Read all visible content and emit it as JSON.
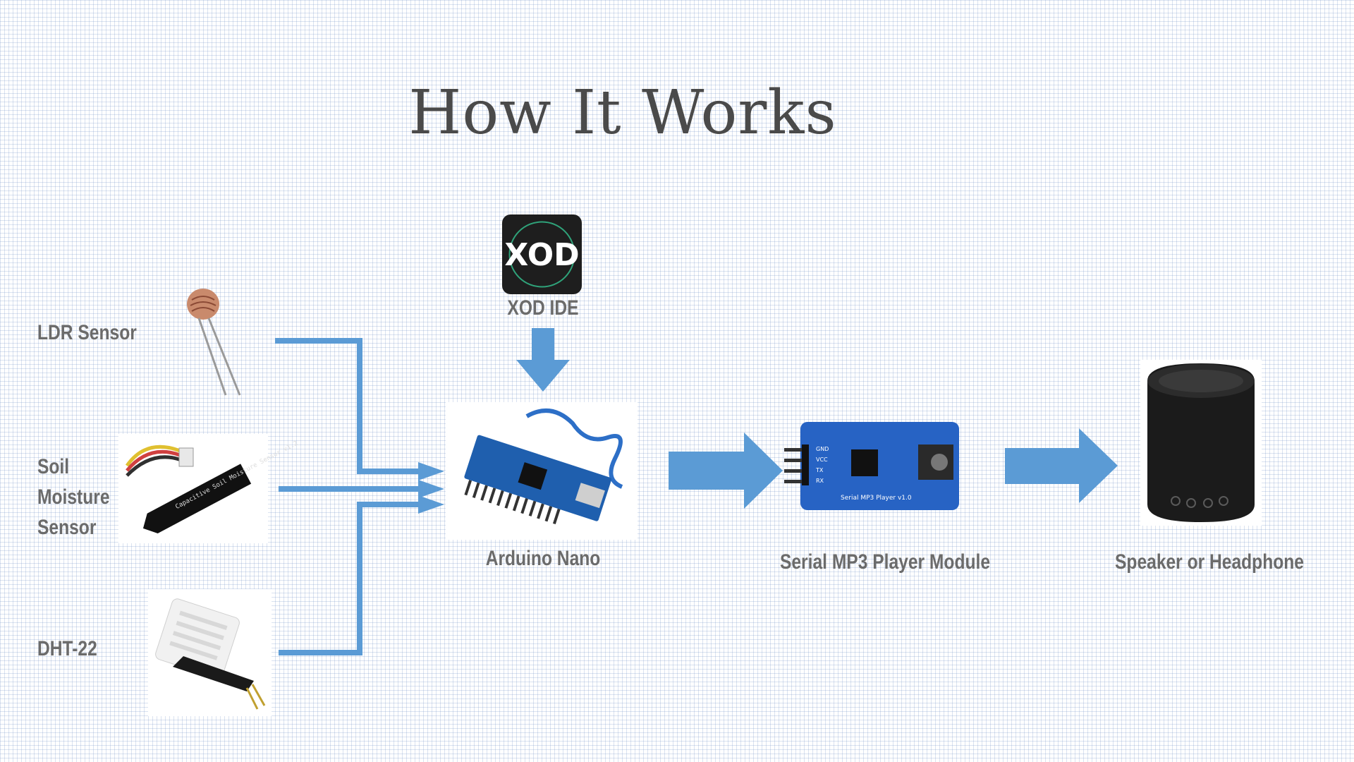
{
  "title": "How It Works",
  "software": {
    "logo_text": "XOD",
    "label": "XOD IDE"
  },
  "inputs": [
    {
      "label": "LDR Sensor"
    },
    {
      "label_lines": [
        "Soil",
        "Moisture",
        "Sensor"
      ],
      "board_text": "Capacitive Soil Moisture Sensor v1.2"
    },
    {
      "label": "DHT-22"
    }
  ],
  "controller": {
    "label": "Arduino Nano"
  },
  "mp3_module": {
    "label": "Serial MP3 Player  Module",
    "pins": [
      "GND",
      "VCC",
      "TX",
      "RX"
    ],
    "board_text": "Serial MP3 Player v1.0"
  },
  "output": {
    "label": "Speaker or Headphone"
  },
  "colors": {
    "arrow": "#5b9bd5",
    "label": "#6b6b6b",
    "title": "#4a4a4a"
  }
}
